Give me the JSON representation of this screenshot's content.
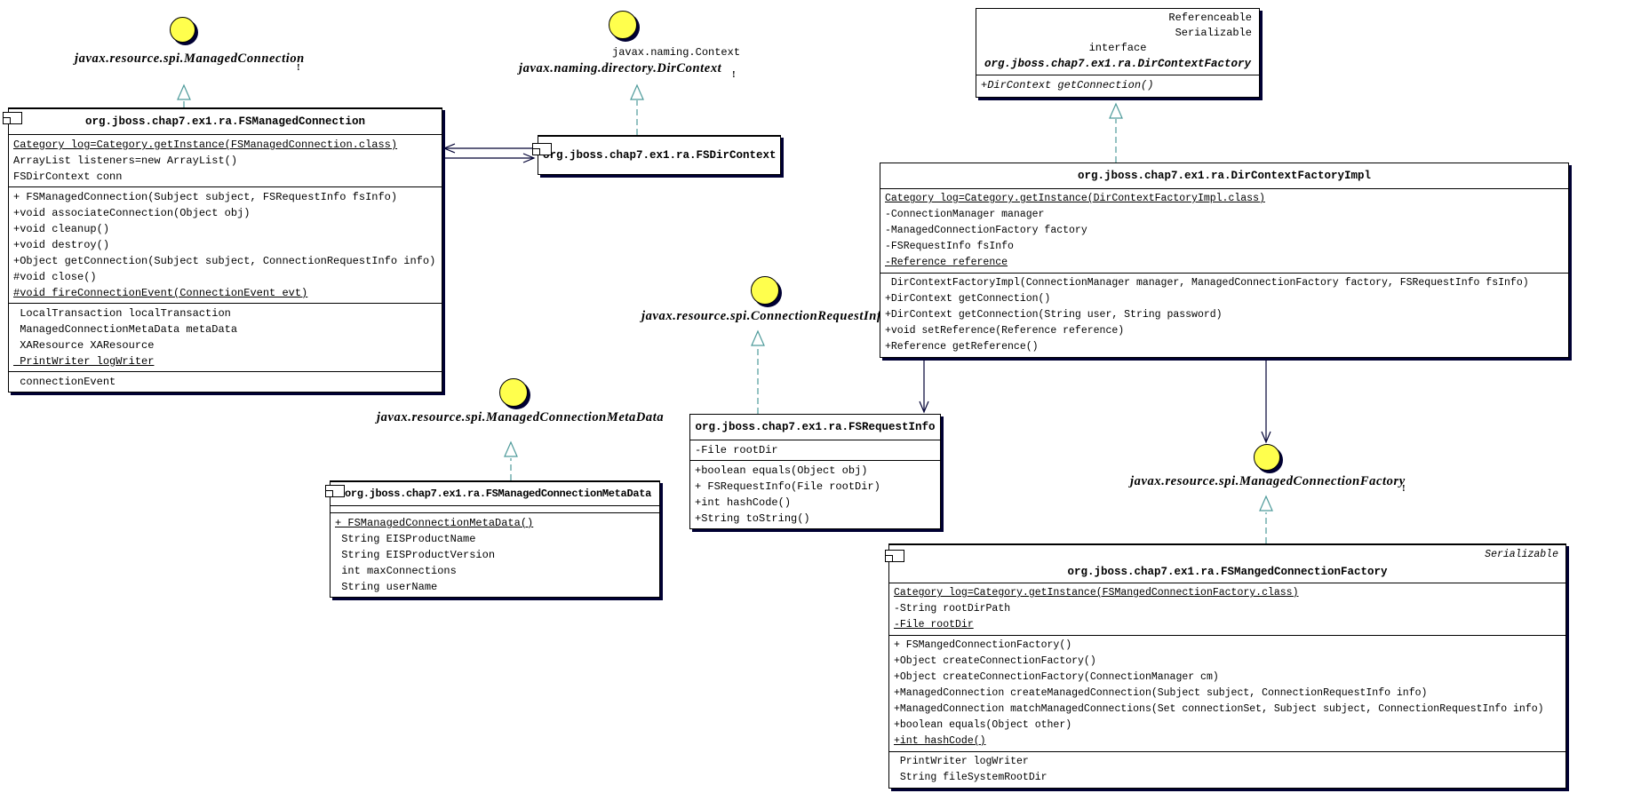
{
  "colors": {
    "shadow": "#000033",
    "realization": "#4d9a9a",
    "association": "#000033",
    "lollipop_fill": "#ffff4d"
  },
  "lollipops": {
    "managed_connection": {
      "lines": [
        {
          "text": "javax.resource.spi.ManagedConnection"
        }
      ],
      "mark": "!"
    },
    "dir_context": {
      "lines": [
        {
          "text": "javax.naming.Context"
        },
        {
          "text": "javax.naming.directory.DirContext"
        }
      ],
      "mark": "!"
    },
    "connection_request_info": {
      "lines": [
        {
          "text": "javax.resource.spi.ConnectionRequestInfo"
        }
      ],
      "mark": "!"
    },
    "managed_connection_meta_data": {
      "lines": [
        {
          "text": "javax.resource.spi.ManagedConnectionMetaData"
        }
      ],
      "mark": "!"
    },
    "managed_connection_factory": {
      "lines": [
        {
          "text": "javax.resource.spi.ManagedConnectionFactory"
        }
      ],
      "mark": "!"
    }
  },
  "classes": {
    "fs_managed_connection": {
      "compartments": [
        [
          {
            "t": "org.jboss.chap7.ex1.ra.FSManagedConnection",
            "title": true
          }
        ],
        [
          {
            "t": "Category log=Category.getInstance(FSManagedConnection.class)",
            "u": true
          },
          "ArrayList listeners=new ArrayList()",
          "FSDirContext conn"
        ],
        [
          "+ FSManagedConnection(Subject subject, FSRequestInfo fsInfo)",
          "+void associateConnection(Object obj)",
          "+void cleanup()",
          "+void destroy()",
          "+Object getConnection(Subject subject, ConnectionRequestInfo info)",
          "#void close()",
          {
            "t": "#void fireConnectionEvent(ConnectionEvent evt)",
            "u": true
          }
        ],
        [
          " LocalTransaction localTransaction",
          " ManagedConnectionMetaData metaData",
          " XAResource XAResource",
          {
            "t": " PrintWriter logWriter",
            "u": true
          }
        ],
        [
          " connectionEvent"
        ]
      ]
    },
    "fs_dir_context": {
      "compartments": [
        [
          {
            "t": "org.jboss.chap7.ex1.ra.FSDirContext",
            "title": true
          }
        ]
      ]
    },
    "dir_context_factory": {
      "compartments": [
        [
          {
            "t": "Referenceable",
            "align": "right"
          },
          {
            "t": "Serializable",
            "align": "right"
          },
          {
            "t": "interface",
            "align": "center"
          },
          {
            "t": "org.jboss.chap7.ex1.ra.DirContextFactory",
            "title": true,
            "italic": true
          }
        ],
        [
          {
            "t": "+DirContext getConnection()",
            "italic": true
          }
        ]
      ]
    },
    "dir_context_factory_impl": {
      "compartments": [
        [
          {
            "t": "org.jboss.chap7.ex1.ra.DirContextFactoryImpl",
            "title": true
          }
        ],
        [
          {
            "t": "Category log=Category.getInstance(DirContextFactoryImpl.class)",
            "u": true
          },
          "-ConnectionManager manager",
          "-ManagedConnectionFactory factory",
          "-FSRequestInfo fsInfo",
          {
            "t": "-Reference reference",
            "u": true
          }
        ],
        [
          " DirContextFactoryImpl(ConnectionManager manager, ManagedConnectionFactory factory, FSRequestInfo fsInfo)",
          "+DirContext getConnection()",
          "+DirContext getConnection(String user, String password)",
          "+void setReference(Reference reference)",
          "+Reference getReference()"
        ]
      ]
    },
    "fs_request_info": {
      "compartments": [
        [
          {
            "t": "org.jboss.chap7.ex1.ra.FSRequestInfo",
            "title": true
          }
        ],
        [
          "-File rootDir"
        ],
        [
          "+boolean equals(Object obj)",
          "+ FSRequestInfo(File rootDir)",
          "+int hashCode()",
          "+String toString()"
        ]
      ]
    },
    "fs_managed_connection_meta_data": {
      "compartments": [
        [
          {
            "t": "org.jboss.chap7.ex1.ra.FSManagedConnectionMetaData",
            "title": true
          }
        ],
        [],
        [
          {
            "t": "+ FSManagedConnectionMetaData()",
            "u": true
          },
          " String EISProductName",
          " String EISProductVersion",
          " int maxConnections",
          " String userName"
        ]
      ]
    },
    "fs_manged_connection_factory": {
      "compartments": [
        [
          {
            "t": "Serializable",
            "align": "right",
            "italic": true
          },
          {
            "t": "org.jboss.chap7.ex1.ra.FSMangedConnectionFactory",
            "title": true
          }
        ],
        [
          {
            "t": "Category log=Category.getInstance(FSMangedConnectionFactory.class)",
            "u": true
          },
          "-String rootDirPath",
          {
            "t": "-File rootDir",
            "u": true
          }
        ],
        [
          "+ FSMangedConnectionFactory()",
          "+Object createConnectionFactory()",
          "+Object createConnectionFactory(ConnectionManager cm)",
          "+ManagedConnection createManagedConnection(Subject subject, ConnectionRequestInfo info)",
          "+ManagedConnection matchManagedConnections(Set connectionSet, Subject subject, ConnectionRequestInfo info)",
          "+boolean equals(Object other)",
          {
            "t": "+int hashCode()",
            "u": true
          }
        ],
        [
          " PrintWriter logWriter",
          " String fileSystemRootDir"
        ]
      ]
    }
  },
  "relationships": [
    {
      "from": "org.jboss.chap7.ex1.ra.FSManagedConnection",
      "to": "javax.resource.spi.ManagedConnection",
      "type": "realization"
    },
    {
      "from": "org.jboss.chap7.ex1.ra.FSDirContext",
      "to": "javax.naming.directory.DirContext",
      "type": "realization"
    },
    {
      "from": "org.jboss.chap7.ex1.ra.FSDirContext",
      "to": "org.jboss.chap7.ex1.ra.FSManagedConnection",
      "type": "association"
    },
    {
      "from": "org.jboss.chap7.ex1.ra.FSManagedConnection",
      "to": "org.jboss.chap7.ex1.ra.FSDirContext",
      "type": "association"
    },
    {
      "from": "org.jboss.chap7.ex1.ra.FSRequestInfo",
      "to": "javax.resource.spi.ConnectionRequestInfo",
      "type": "realization"
    },
    {
      "from": "org.jboss.chap7.ex1.ra.FSManagedConnectionMetaData",
      "to": "javax.resource.spi.ManagedConnectionMetaData",
      "type": "realization"
    },
    {
      "from": "org.jboss.chap7.ex1.ra.DirContextFactoryImpl",
      "to": "org.jboss.chap7.ex1.ra.DirContextFactory",
      "type": "realization"
    },
    {
      "from": "org.jboss.chap7.ex1.ra.DirContextFactoryImpl",
      "to": "org.jboss.chap7.ex1.ra.FSRequestInfo",
      "type": "association"
    },
    {
      "from": "org.jboss.chap7.ex1.ra.DirContextFactoryImpl",
      "to": "javax.resource.spi.ManagedConnectionFactory",
      "type": "association"
    },
    {
      "from": "org.jboss.chap7.ex1.ra.FSMangedConnectionFactory",
      "to": "javax.resource.spi.ManagedConnectionFactory",
      "type": "realization"
    }
  ]
}
